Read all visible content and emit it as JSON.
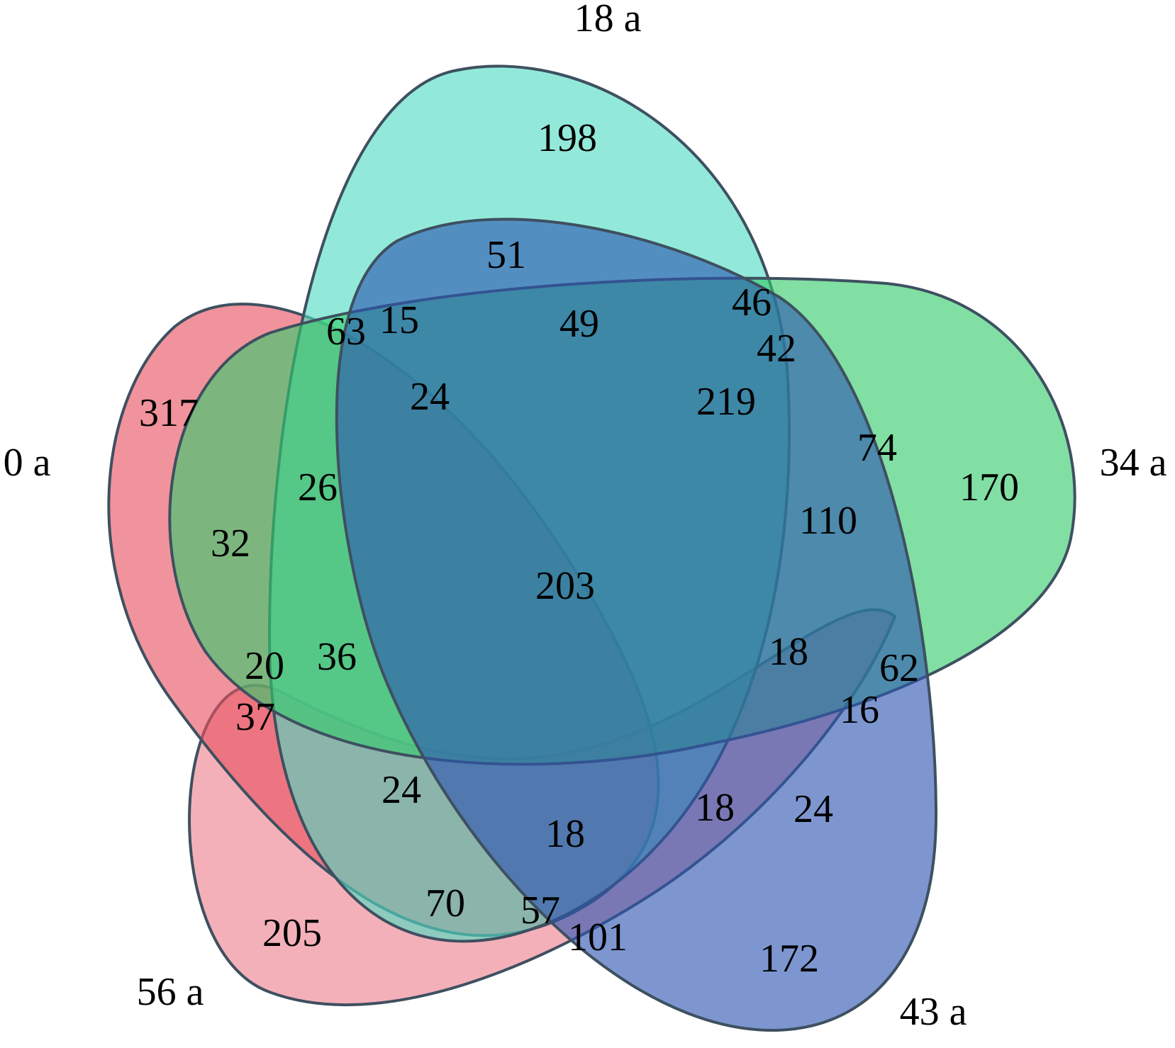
{
  "sets": [
    {
      "id": "set-0a",
      "label": "0 a",
      "color": "#e8505f"
    },
    {
      "id": "set-18a",
      "label": "18 a",
      "color": "#4fdcc4"
    },
    {
      "id": "set-34a",
      "label": "34 a",
      "color": "#34cc6c"
    },
    {
      "id": "set-43a",
      "label": "43 a",
      "color": "#2d55b2"
    },
    {
      "id": "set-56a",
      "label": "56 a",
      "color": "#ee7f8e"
    }
  ],
  "regions": [
    {
      "name": "only-18a",
      "value": "198"
    },
    {
      "name": "18a-43a",
      "value": "51"
    },
    {
      "name": "0a-18a",
      "value": "63"
    },
    {
      "name": "0a-18a-43a",
      "value": "15"
    },
    {
      "name": "18a-34a-43a",
      "value": "49"
    },
    {
      "name": "18a-34a",
      "value": "46"
    },
    {
      "name": "18a-34a-56a",
      "value": "42"
    },
    {
      "name": "only-0a",
      "value": "317"
    },
    {
      "name": "0a-18a-34a-43a",
      "value": "24"
    },
    {
      "name": "18a-34a-43a-56a",
      "value": "219"
    },
    {
      "name": "34a-56a",
      "value": "74"
    },
    {
      "name": "0a-18a-34a",
      "value": "26"
    },
    {
      "name": "only-34a",
      "value": "170"
    },
    {
      "name": "0a-34a",
      "value": "32"
    },
    {
      "name": "34a-43a-56a",
      "value": "110"
    },
    {
      "name": "all-five",
      "value": "203"
    },
    {
      "name": "0a-34a-56a",
      "value": "20"
    },
    {
      "name": "0a-18a-34a-56a",
      "value": "36"
    },
    {
      "name": "34a-43a-56a-b",
      "value": "18"
    },
    {
      "name": "34a-43a",
      "value": "62"
    },
    {
      "name": "0a-56a",
      "value": "37"
    },
    {
      "name": "34a-43a-56a-c",
      "value": "16"
    },
    {
      "name": "0a-18a-56a",
      "value": "24"
    },
    {
      "name": "43a-56a-0a",
      "value": "18"
    },
    {
      "name": "0a-43a-56a",
      "value": "18"
    },
    {
      "name": "43a-56a",
      "value": "24"
    },
    {
      "name": "0a-18a-56a-b",
      "value": "70"
    },
    {
      "name": "0a-43a-56a-b",
      "value": "57"
    },
    {
      "name": "0a-43a",
      "value": "101"
    },
    {
      "name": "only-56a",
      "value": "205"
    },
    {
      "name": "only-43a",
      "value": "172"
    }
  ]
}
